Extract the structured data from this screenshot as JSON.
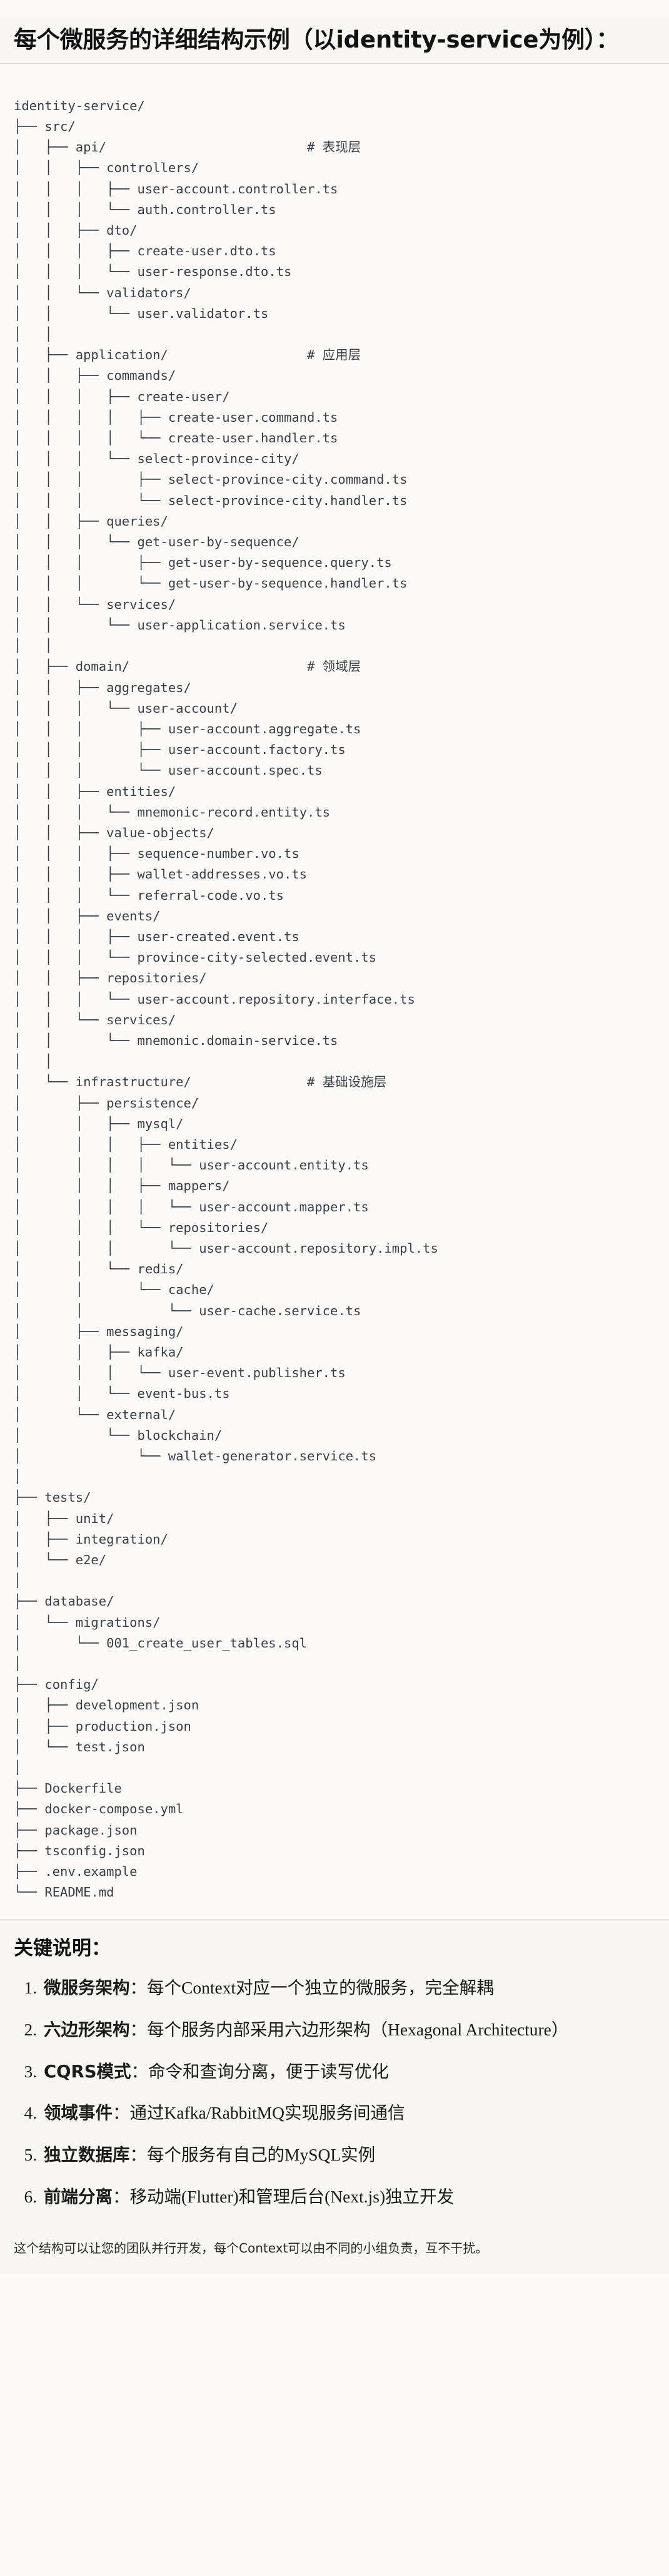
{
  "heading": {
    "text": "每个微服务的详细结构示例（以identity-service为例）："
  },
  "tree": {
    "root": "identity-service/",
    "text": "identity-service/\n├── src/\n│   ├── api/                          # 表现层\n│   │   ├── controllers/\n│   │   │   ├── user-account.controller.ts\n│   │   │   └── auth.controller.ts\n│   │   ├── dto/\n│   │   │   ├── create-user.dto.ts\n│   │   │   └── user-response.dto.ts\n│   │   └── validators/\n│   │       └── user.validator.ts\n│   │\n│   ├── application/                  # 应用层\n│   │   ├── commands/\n│   │   │   ├── create-user/\n│   │   │   │   ├── create-user.command.ts\n│   │   │   │   └── create-user.handler.ts\n│   │   │   └── select-province-city/\n│   │   │       ├── select-province-city.command.ts\n│   │   │       └── select-province-city.handler.ts\n│   │   ├── queries/\n│   │   │   └── get-user-by-sequence/\n│   │   │       ├── get-user-by-sequence.query.ts\n│   │   │       └── get-user-by-sequence.handler.ts\n│   │   └── services/\n│   │       └── user-application.service.ts\n│   │\n│   ├── domain/                       # 领域层\n│   │   ├── aggregates/\n│   │   │   └── user-account/\n│   │   │       ├── user-account.aggregate.ts\n│   │   │       ├── user-account.factory.ts\n│   │   │       └── user-account.spec.ts\n│   │   ├── entities/\n│   │   │   └── mnemonic-record.entity.ts\n│   │   ├── value-objects/\n│   │   │   ├── sequence-number.vo.ts\n│   │   │   ├── wallet-addresses.vo.ts\n│   │   │   └── referral-code.vo.ts\n│   │   ├── events/\n│   │   │   ├── user-created.event.ts\n│   │   │   └── province-city-selected.event.ts\n│   │   ├── repositories/\n│   │   │   └── user-account.repository.interface.ts\n│   │   └── services/\n│   │       └── mnemonic.domain-service.ts\n│   │\n│   └── infrastructure/               # 基础设施层\n│       ├── persistence/\n│       │   ├── mysql/\n│       │   │   ├── entities/\n│       │   │   │   └── user-account.entity.ts\n│       │   │   ├── mappers/\n│       │   │   │   └── user-account.mapper.ts\n│       │   │   └── repositories/\n│       │   │       └── user-account.repository.impl.ts\n│       │   └── redis/\n│       │       └── cache/\n│       │           └── user-cache.service.ts\n│       ├── messaging/\n│       │   ├── kafka/\n│       │   │   └── user-event.publisher.ts\n│       │   └── event-bus.ts\n│       └── external/\n│           └── blockchain/\n│               └── wallet-generator.service.ts\n│\n├── tests/\n│   ├── unit/\n│   ├── integration/\n│   └── e2e/\n│\n├── database/\n│   └── migrations/\n│       └── 001_create_user_tables.sql\n│\n├── config/\n│   ├── development.json\n│   ├── production.json\n│   └── test.json\n│\n├── Dockerfile\n├── docker-compose.yml\n├── package.json\n├── tsconfig.json\n├── .env.example\n└── README.md",
    "layer_comments": [
      "# 表现层",
      "# 应用层",
      "# 领域层",
      "# 基础设施层"
    ]
  },
  "keypoints": {
    "title": "关键说明：",
    "items": [
      {
        "term": "微服务架构",
        "sep": "：",
        "desc": "每个Context对应一个独立的微服务，完全解耦"
      },
      {
        "term": "六边形架构",
        "sep": "：",
        "desc": "每个服务内部采用六边形架构（Hexagonal Architecture）"
      },
      {
        "term": "CQRS模式",
        "sep": "：",
        "desc": "命令和查询分离，便于读写优化"
      },
      {
        "term": "领域事件",
        "sep": "：",
        "desc": "通过Kafka/RabbitMQ实现服务间通信"
      },
      {
        "term": "独立数据库",
        "sep": "：",
        "desc": "每个服务有自己的MySQL实例"
      },
      {
        "term": "前端分离",
        "sep": "：",
        "desc": "移动端(Flutter)和管理后台(Next.js)独立开发"
      }
    ],
    "closing": "这个结构可以让您的团队并行开发，每个Context可以由不同的小组负责，互不干扰。"
  },
  "colors": {
    "page_bg": "#fbfaf8",
    "block_bg": "#fcfbf9",
    "heading_bg": "#f8f7f4",
    "divider": "#e3e1dc",
    "code_text": "#3a3f45",
    "body_text": "#1b1b1b"
  }
}
